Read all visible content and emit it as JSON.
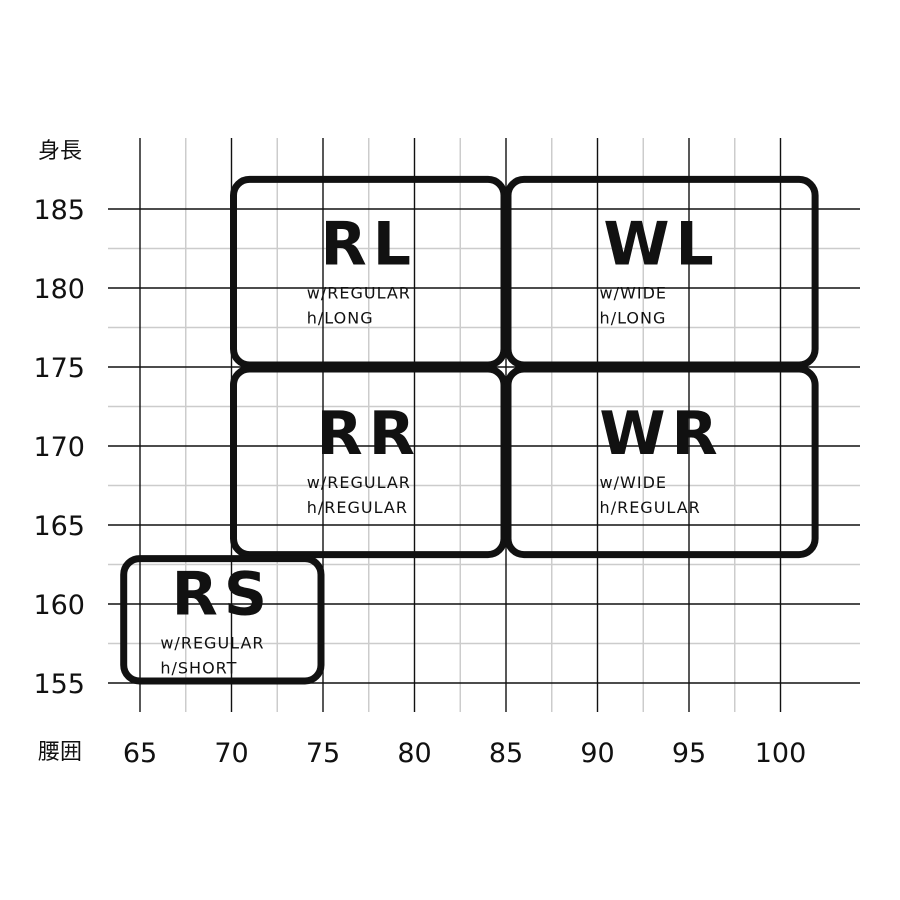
{
  "chart_data": {
    "type": "table",
    "xlabel": "腰囲",
    "ylabel": "身長",
    "x_ticks": [
      65,
      70,
      75,
      80,
      85,
      90,
      95,
      100
    ],
    "y_ticks": [
      155,
      160,
      165,
      170,
      175,
      180,
      185
    ],
    "xlim": [
      63,
      104
    ],
    "ylim": [
      153,
      188
    ],
    "grid": true,
    "colors": {
      "grid_major": "#111111",
      "grid_minor": "#cccccc",
      "box_border": "#111111",
      "background": "#ffffff"
    },
    "regions": [
      {
        "code": "RL",
        "line1": "w/REGULAR",
        "line2": "h/LONG",
        "x_range": [
          70,
          85
        ],
        "y_range": [
          175,
          187
        ]
      },
      {
        "code": "WL",
        "line1": "w/WIDE",
        "line2": "h/LONG",
        "x_range": [
          85,
          102
        ],
        "y_range": [
          175,
          187
        ]
      },
      {
        "code": "RR",
        "line1": "w/REGULAR",
        "line2": "h/REGULAR",
        "x_range": [
          70,
          85
        ],
        "y_range": [
          163,
          175
        ]
      },
      {
        "code": "WR",
        "line1": "w/WIDE",
        "line2": "h/REGULAR",
        "x_range": [
          85,
          102
        ],
        "y_range": [
          163,
          175
        ]
      },
      {
        "code": "RS",
        "line1": "w/REGULAR",
        "line2": "h/SHORT",
        "x_range": [
          64,
          75
        ],
        "y_range": [
          155,
          163
        ]
      }
    ]
  }
}
